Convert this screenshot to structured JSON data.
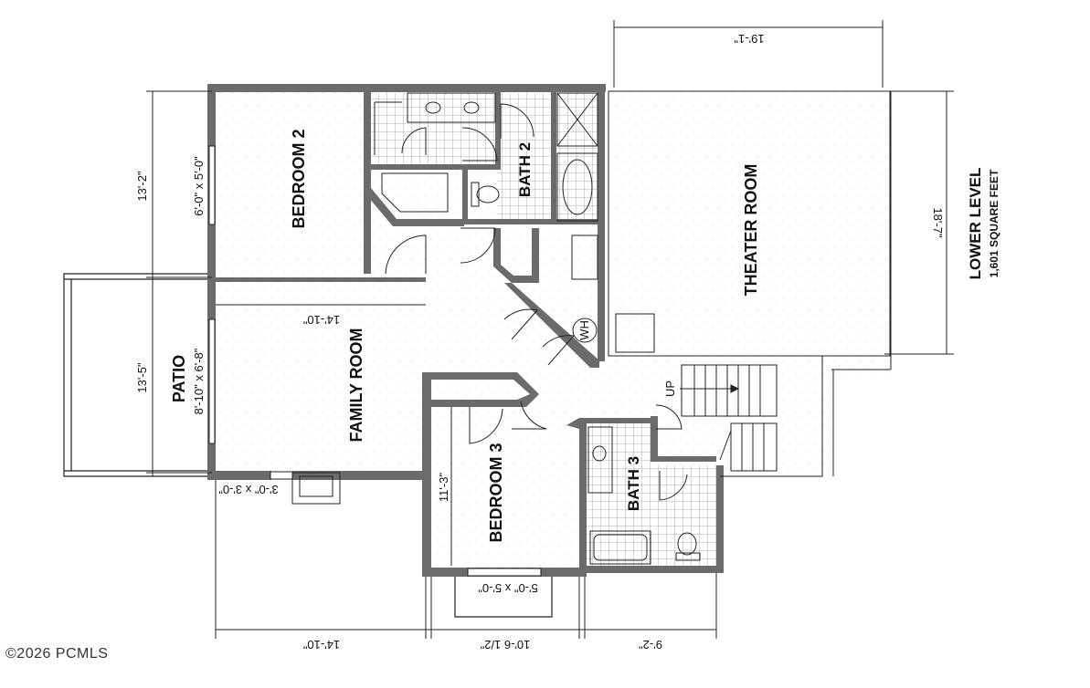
{
  "rooms": {
    "bedroom2": "BEDROOM 2",
    "bath2": "BATH 2",
    "theater": "THEATER ROOM",
    "family": "FAMILY ROOM",
    "patio": "PATIO",
    "bedroom3": "BEDROOM 3",
    "bath3": "BATH 3"
  },
  "level": {
    "title": "LOWER LEVEL",
    "area": "1,601 SQUARE FEET"
  },
  "dimensions": {
    "top_theater": "19'-1\"",
    "left_bedroom2": "13'-2\"",
    "left_patio": "13'-5\"",
    "right_theater": "18'-7\"",
    "family_width": "14'-10\"",
    "bottom_family": "14'-10\"",
    "bottom_bedroom3": "10'-6 1/2\"",
    "bottom_bath3": "9'-2\"",
    "bedroom3_depth": "11'-3\""
  },
  "windows": {
    "bedroom2": "6'-0\" x 5'-0\"",
    "patio_door": "8'-10\" x 6'-8\"",
    "family_bottom": "3'-0\" x 3'-0\"",
    "bedroom3": "5'-0\" x 5'-0\""
  },
  "fixtures": {
    "water_heater": "WH",
    "stair_up": "UP"
  },
  "copyright": "©2026 PCMLS"
}
